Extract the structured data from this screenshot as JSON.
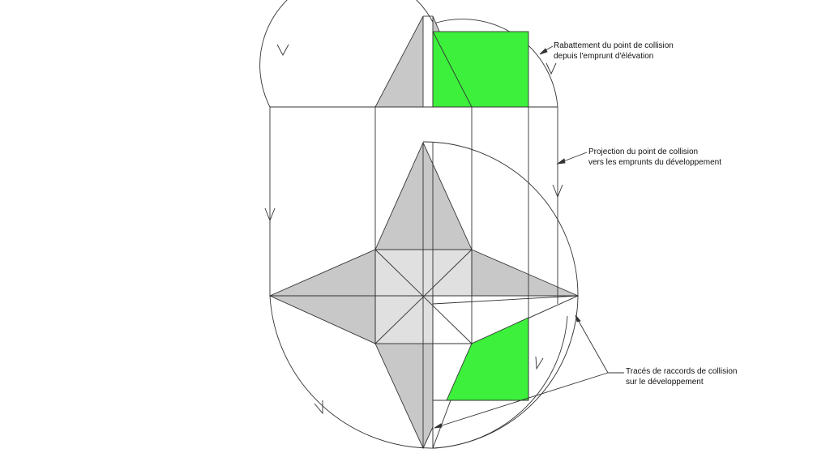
{
  "annotations": {
    "rabattement": {
      "line1": "Rabattement du point de collision",
      "line2": "depuis l'emprunt d'élévation"
    },
    "projection": {
      "line1": "Projection du point de collision",
      "line2": "vers les emprunts du développement"
    },
    "traces": {
      "line1": "Tracés de raccords de collision",
      "line2": "sur le développement"
    }
  },
  "colors": {
    "background": "#ffffff",
    "stroke": "#333333",
    "face_dark": "#c8c8c8",
    "face_light": "#e0e0e0",
    "collision_green": "#3cf03c"
  }
}
